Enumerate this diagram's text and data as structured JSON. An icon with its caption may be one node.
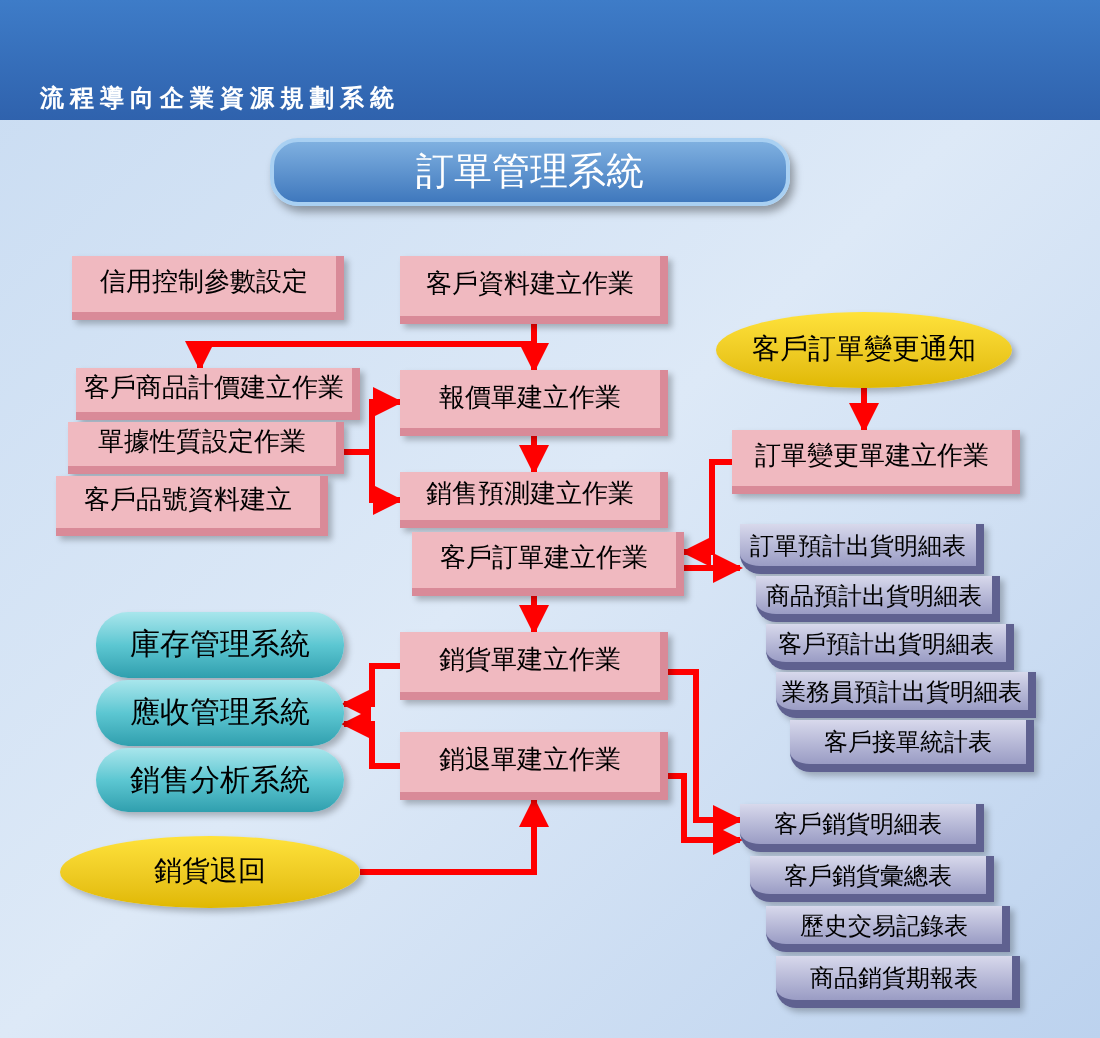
{
  "diagram": {
    "title": "訂單管理系統",
    "nodes": [
      {
        "text": [
          "信用控制參數設定"
        ]
      },
      {
        "text": [
          "客戶資料建立作業"
        ]
      },
      {
        "text": [
          "客戶商品計價建立作業"
        ]
      },
      {
        "text": [
          "單據性質設定作業"
        ]
      },
      {
        "text": [
          "客戶品號資料建立"
        ]
      },
      {
        "text": [
          "報價單建立作業"
        ]
      },
      {
        "text": [
          "銷售預測建立作業"
        ]
      },
      {
        "text": [
          "客戶訂單建立作業"
        ]
      },
      {
        "text": [
          "客戶訂單變更通知"
        ]
      },
      {
        "text": [
          "訂單變更單建立作業"
        ]
      },
      {
        "text": [
          "訂單預計出貨明細表"
        ]
      },
      {
        "text": [
          "商品預計出貨明細表"
        ]
      },
      {
        "text": [
          "客戶預計出貨明細表"
        ]
      },
      {
        "text": [
          "業務員預計出貨明細表"
        ]
      },
      {
        "text": [
          "客戶接單統計表"
        ]
      },
      {
        "text": [
          "庫存管理系統"
        ]
      },
      {
        "text": [
          "應收管理系統"
        ]
      },
      {
        "text": [
          "銷售分析系統"
        ]
      },
      {
        "text": [
          "銷貨單建立作業"
        ]
      },
      {
        "text": [
          "銷退單建立作業"
        ]
      },
      {
        "text": [
          "銷貨退回"
        ]
      },
      {
        "text": [
          "客戶銷貨明細表"
        ]
      },
      {
        "text": [
          "客戶銷貨彙總表"
        ]
      },
      {
        "text": [
          "歷史交易記錄表"
        ]
      },
      {
        "text": [
          "商品銷貨期報表"
        ]
      }
    ],
    "edges": [
      {
        "from": 1,
        "to": 5,
        "arrow": "to"
      },
      {
        "from": 1,
        "to": 2,
        "arrow": "to"
      },
      {
        "from": 5,
        "to": 6,
        "arrow": "to"
      },
      {
        "from": 3,
        "to": 5,
        "arrow": "to"
      },
      {
        "from": 3,
        "to": 6,
        "arrow": "to"
      },
      {
        "from": 7,
        "to": 18,
        "arrow": "to"
      },
      {
        "from": 8,
        "to": 9,
        "arrow": "to"
      },
      {
        "from": 9,
        "to": 7,
        "arrow": "to"
      },
      {
        "from": 7,
        "to": 10,
        "arrow": "to"
      },
      {
        "from": 18,
        "to": 16,
        "arrow": "to"
      },
      {
        "from": 19,
        "to": 16,
        "arrow": "to"
      },
      {
        "from": 20,
        "to": 19,
        "arrow": "to"
      },
      {
        "from": 18,
        "to": 21,
        "arrow": "to"
      },
      {
        "from": 19,
        "to": 21,
        "arrow": "to"
      }
    ],
    "labels": [
      "流程導向企業資源規劃系統"
    ]
  }
}
